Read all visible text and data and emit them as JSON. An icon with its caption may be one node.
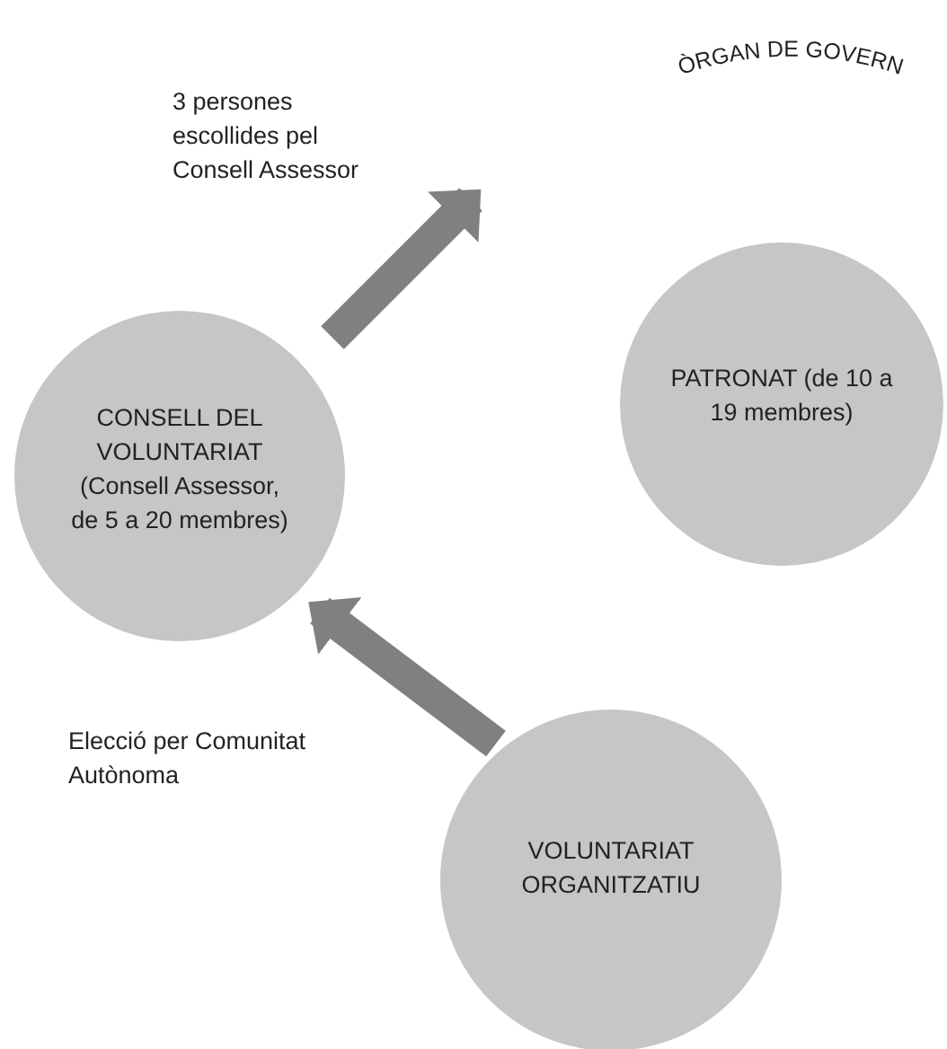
{
  "diagram": {
    "nodes": [
      {
        "text": [
          "PATRONAT (de 10 a 19 membres)"
        ]
      },
      {
        "text": [
          "CONSELL DEL VOLUNTARIAT (Consell Assessor, de 5 a 20 membres)"
        ]
      },
      {
        "text": [
          "VOLUNTARIAT ORGANITZATIU"
        ]
      }
    ],
    "edges": [
      {
        "from": 1,
        "to": 0,
        "arrow": "to",
        "label": "3 persones escollides pel Consell Assessor"
      },
      {
        "from": 2,
        "to": 1,
        "arrow": "to",
        "label": "Elecció per Comunitat Autònoma"
      }
    ],
    "labels": [
      "ÒRGAN DE GOVERN"
    ]
  }
}
